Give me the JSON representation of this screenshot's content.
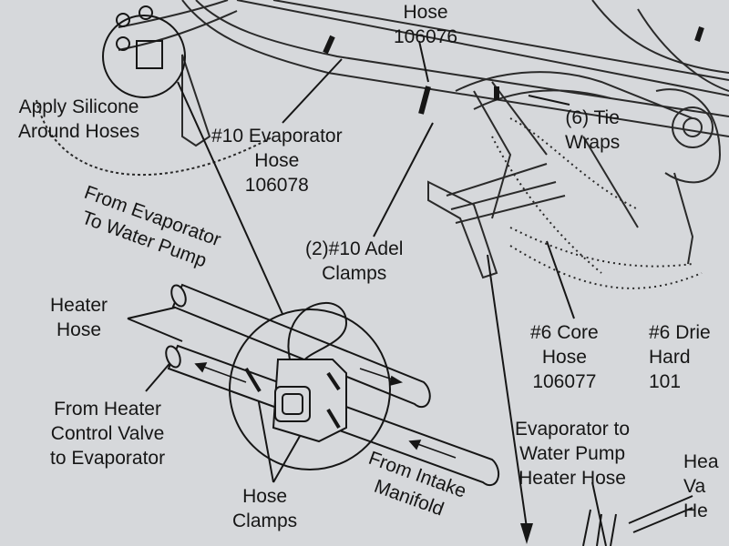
{
  "labels": {
    "hose_106076": "Hose\n106076",
    "apply_silicone": "Apply Silicone\nAround Hoses",
    "evaporator_hose": "#10 Evaporator\nHose\n106078",
    "tie_wraps": "(6) Tie\nWraps",
    "adel_clamps": "(2)#10 Adel\nClamps",
    "from_evaporator": "From Evaporator\nTo Water Pump",
    "heater_hose": "Heater\nHose",
    "from_heater_control": "From Heater\nControl Valve\nto Evaporator",
    "hose_clamps": "Hose\nClamps",
    "from_intake": "From Intake\nManifold",
    "core_hose": "#6 Core\nHose\n106077",
    "drier_hard": "#6 Drie\nHard\n101",
    "evap_water_pump": "Evaporator to\nWater Pump\nHeater Hose",
    "heater_valve_partial": "Hea\nVa\nHe"
  },
  "colors": {
    "paper": "#d6d8db",
    "ink": "#161616",
    "accent_line": "#2a2a2a"
  }
}
